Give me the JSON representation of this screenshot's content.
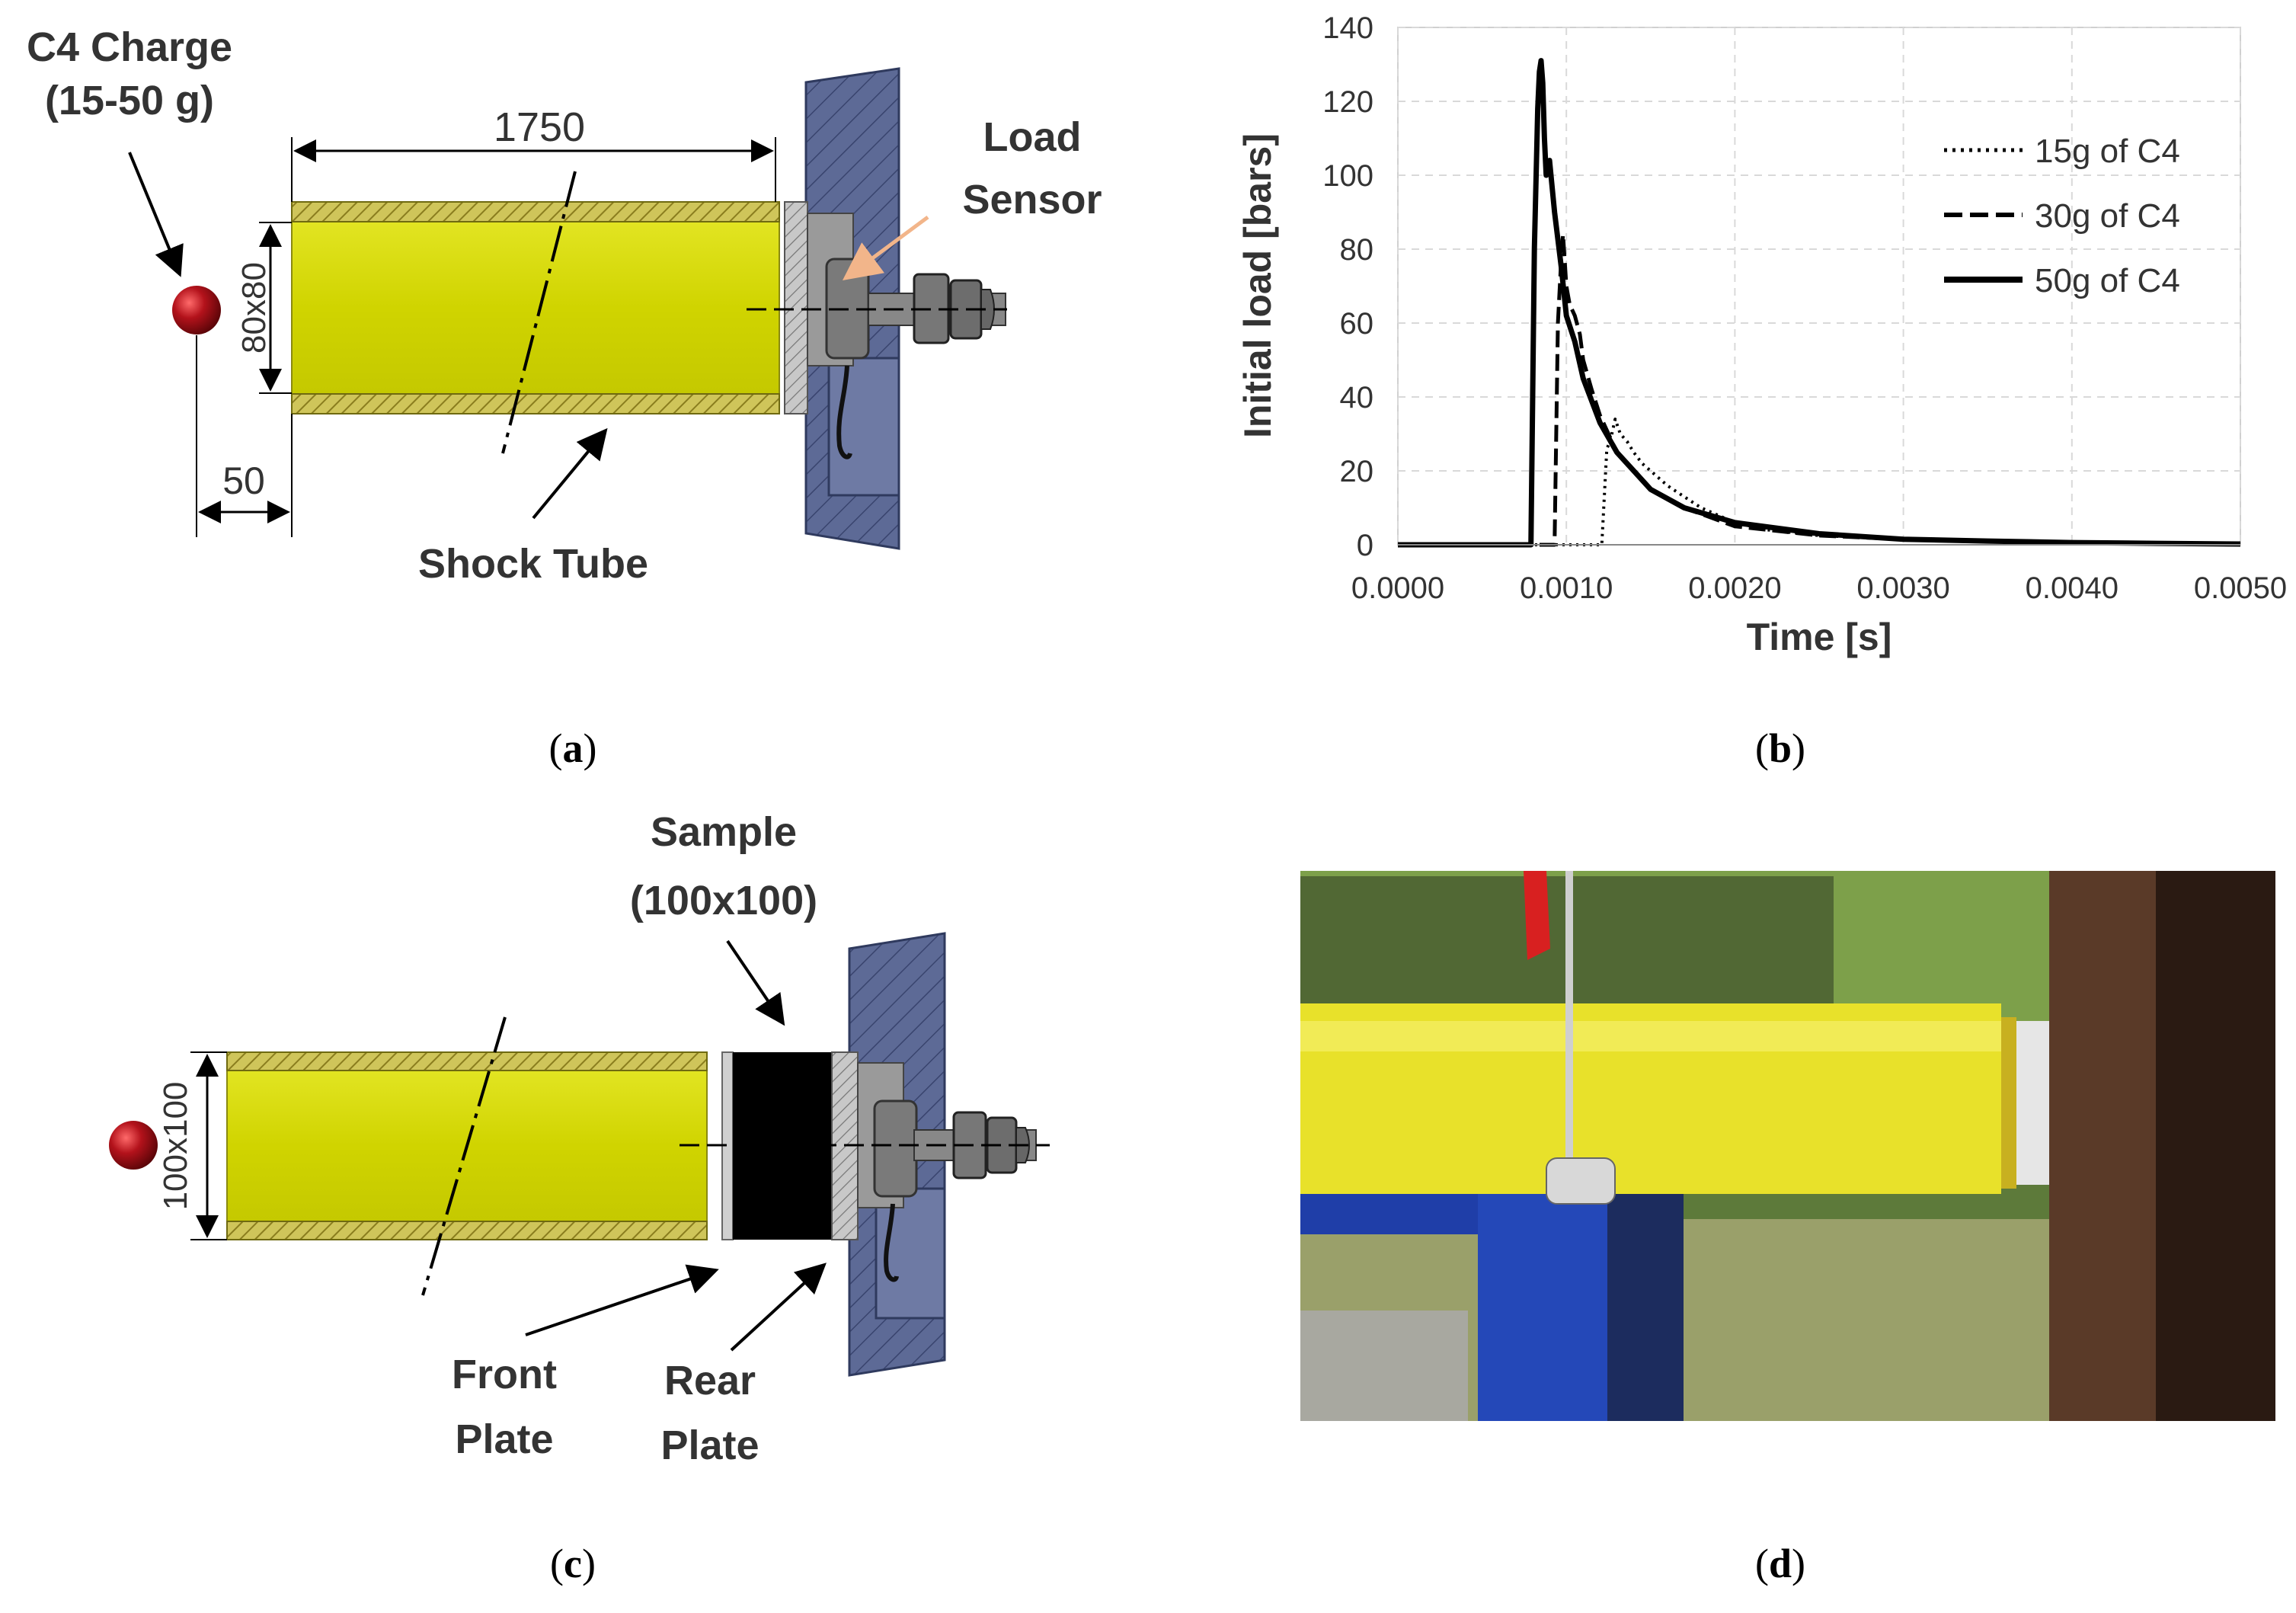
{
  "panel_a": {
    "charge_label_line1": "C4 Charge",
    "charge_label_line2": "(15-50 g)",
    "dim_length": "1750",
    "dim_section": "80x80",
    "dim_offset": "50",
    "sensor_label_line1": "Load",
    "sensor_label_line2": "Sensor",
    "tube_label": "Shock Tube"
  },
  "panel_c": {
    "sample_label_line1": "Sample",
    "sample_label_line2": "(100x100)",
    "dim_section": "100x100",
    "front_line1": "Front",
    "front_line2": "Plate",
    "rear_line1": "Rear",
    "rear_line2": "Plate"
  },
  "captions": {
    "a": "a",
    "b": "b",
    "c": "c",
    "d": "d"
  },
  "colors": {
    "tube_yellow": "#d4d800",
    "wall_blue": "#5d6a96",
    "charge_red": "#a0141a"
  },
  "chart_data": {
    "type": "line",
    "xlabel": "Time [s]",
    "ylabel": "Initial load [bars]",
    "xlim": [
      0,
      0.005
    ],
    "ylim": [
      0,
      140
    ],
    "xticks": [
      "0.0000",
      "0.0010",
      "0.0020",
      "0.0030",
      "0.0040",
      "0.0050"
    ],
    "yticks": [
      "0",
      "20",
      "40",
      "60",
      "80",
      "100",
      "120",
      "140"
    ],
    "grid": true,
    "legend_position": "top-right",
    "series": [
      {
        "name": "15g of C4",
        "style": "dotted",
        "x": [
          0,
          0.00121,
          0.00124,
          0.00126,
          0.00129,
          0.00132,
          0.00136,
          0.0014,
          0.00145,
          0.0015,
          0.0016,
          0.0017,
          0.0018,
          0.002,
          0.0022,
          0.0025,
          0.003,
          0.0035,
          0.004,
          0.0045,
          0.005
        ],
        "y": [
          0,
          0,
          26,
          28,
          34,
          30,
          28,
          25,
          22,
          20,
          16,
          13,
          10,
          6,
          4,
          2.5,
          1.5,
          1,
          0.6,
          0.4,
          0.2
        ]
      },
      {
        "name": "30g of C4",
        "style": "dashed",
        "x": [
          0,
          0.00093,
          0.00095,
          0.00097,
          0.00098,
          0.001,
          0.00102,
          0.00105,
          0.00108,
          0.0011,
          0.00115,
          0.0012,
          0.0013,
          0.0014,
          0.0015,
          0.0017,
          0.002,
          0.0025,
          0.003,
          0.0035,
          0.004,
          0.0045,
          0.005
        ],
        "y": [
          0,
          0,
          60,
          78,
          84,
          70,
          65,
          62,
          57,
          50,
          42,
          35,
          25,
          20,
          15,
          10,
          5,
          2.5,
          1.5,
          1,
          0.6,
          0.4,
          0.2
        ]
      },
      {
        "name": "50g of C4",
        "style": "solid",
        "x": [
          0,
          0.00079,
          0.00081,
          0.00083,
          0.00084,
          0.00085,
          0.00086,
          0.00087,
          0.00088,
          0.0009,
          0.00093,
          0.00097,
          0.001,
          0.00105,
          0.0011,
          0.0012,
          0.0013,
          0.0014,
          0.0015,
          0.0017,
          0.002,
          0.0025,
          0.003,
          0.0035,
          0.004,
          0.0045,
          0.005
        ],
        "y": [
          0,
          0,
          80,
          118,
          128,
          131,
          125,
          110,
          100,
          104,
          90,
          75,
          62,
          55,
          45,
          33,
          25,
          20,
          15,
          10,
          6,
          3,
          1.5,
          1,
          0.6,
          0.4,
          0.2
        ]
      }
    ]
  }
}
